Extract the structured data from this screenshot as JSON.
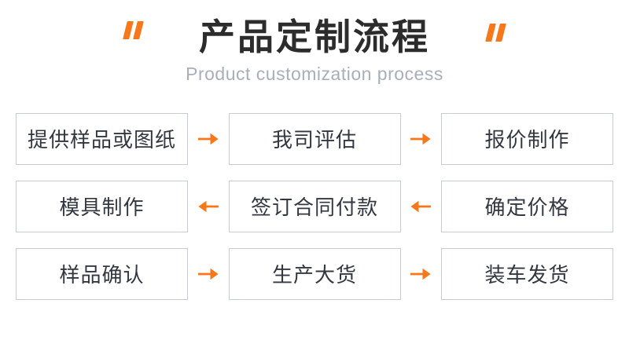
{
  "header": {
    "title": "产品定制流程",
    "subtitle": "Product customization process"
  },
  "colors": {
    "accent": "#F7781B",
    "titleText": "#2C2C2C",
    "subtitleText": "#A9AFBA",
    "boxBorder": "#C7CBD3",
    "boxText": "#333840",
    "pageBg": "#FFFFFF"
  },
  "flow": {
    "rows": [
      {
        "direction": "right",
        "steps": [
          "提供样品或图纸",
          "我司评估",
          "报价制作"
        ]
      },
      {
        "direction": "left",
        "steps": [
          "模具制作",
          "签订合同付款",
          "确定价格"
        ]
      },
      {
        "direction": "right",
        "steps": [
          "样品确认",
          "生产大货",
          "装车发货"
        ]
      }
    ]
  }
}
